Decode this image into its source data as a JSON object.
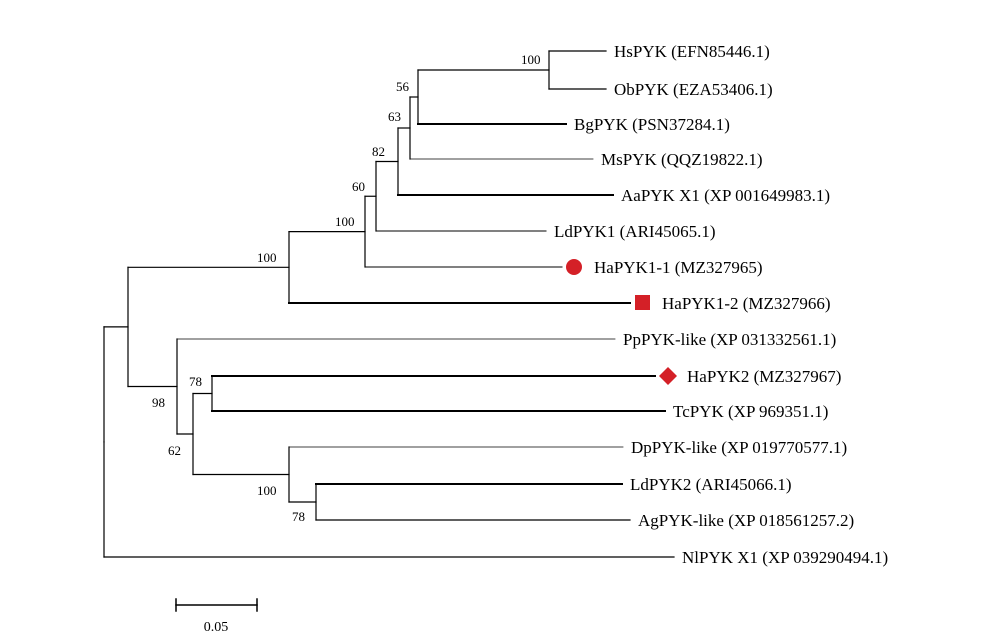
{
  "colors": {
    "marker": "#d42027",
    "branch": "#000000"
  },
  "leaves": [
    {
      "id": "hs",
      "label": "HsPYK (EFN85446.1)"
    },
    {
      "id": "ob",
      "label": "ObPYK (EZA53406.1)"
    },
    {
      "id": "bg",
      "label": "BgPYK (PSN37284.1)"
    },
    {
      "id": "ms",
      "label": "MsPYK (QQZ19822.1)"
    },
    {
      "id": "aa",
      "label": "AaPYK X1 (XP 001649983.1)"
    },
    {
      "id": "ld1",
      "label": "LdPYK1 (ARI45065.1)"
    },
    {
      "id": "ha11",
      "label": "HaPYK1-1 (MZ327965)",
      "marker": "circle"
    },
    {
      "id": "ha12",
      "label": "HaPYK1-2 (MZ327966)",
      "marker": "square"
    },
    {
      "id": "pp",
      "label": "PpPYK-like (XP 031332561.1)"
    },
    {
      "id": "ha2",
      "label": "HaPYK2 (MZ327967)",
      "marker": "diamond"
    },
    {
      "id": "tc",
      "label": "TcPYK (XP 969351.1)"
    },
    {
      "id": "dp",
      "label": "DpPYK-like (XP 019770577.1)"
    },
    {
      "id": "ld2",
      "label": "LdPYK2 (ARI45066.1)"
    },
    {
      "id": "ag",
      "label": "AgPYK-like (XP 018561257.2)"
    },
    {
      "id": "nl",
      "label": "NlPYK X1 (XP 039290494.1)"
    }
  ],
  "supports": [
    {
      "node": "hs_ob",
      "value": "100"
    },
    {
      "node": "n56",
      "value": "56"
    },
    {
      "node": "n63",
      "value": "63"
    },
    {
      "node": "n82",
      "value": "82"
    },
    {
      "node": "n60",
      "value": "60"
    },
    {
      "node": "n100b",
      "value": "100"
    },
    {
      "node": "n100a",
      "value": "100"
    },
    {
      "node": "n78a",
      "value": "78"
    },
    {
      "node": "n98",
      "value": "98"
    },
    {
      "node": "n62",
      "value": "62"
    },
    {
      "node": "n100c",
      "value": "100"
    },
    {
      "node": "n78b",
      "value": "78"
    }
  ],
  "scale_bar": {
    "label": "0.05"
  }
}
